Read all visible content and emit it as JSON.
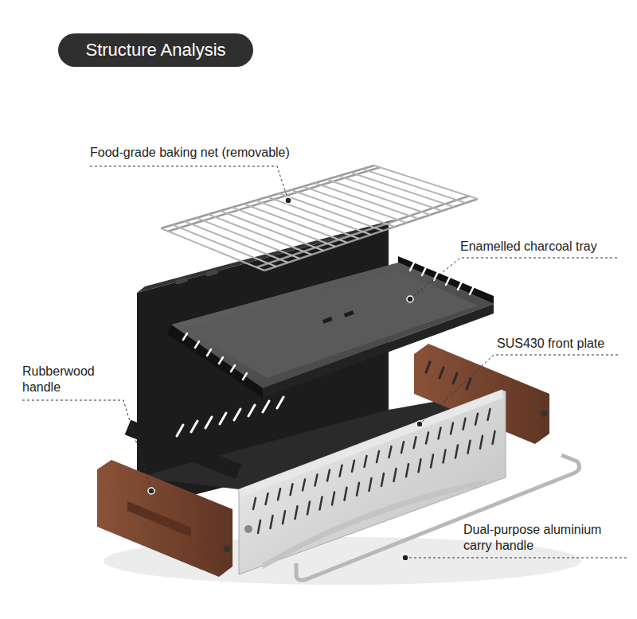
{
  "diagram": {
    "title": "Structure Analysis",
    "labels": [
      "Food-grade baking net (removable)",
      "Enamelled charcoal tray",
      "SUS430 front plate",
      "Rubberwood handle",
      "Dual-purpose aluminium carry handle"
    ]
  }
}
